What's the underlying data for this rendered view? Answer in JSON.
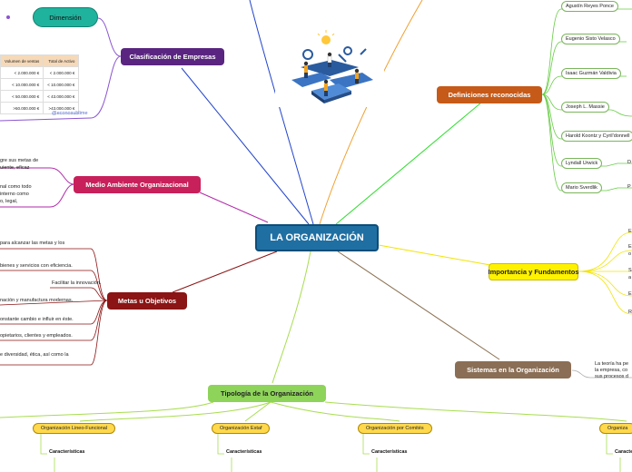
{
  "central": {
    "label": "LA ORGANIZACIÓN"
  },
  "branches": {
    "clasificacion": "Clasificación de Empresas",
    "medio_ambiente": "Medio Ambiente Organizacional",
    "metas": "Metas u Objetivos",
    "definiciones": "Definiciones reconocidas",
    "importancia": "Importancia y Fundamentos",
    "sistemas": "Sistemas en la Organización",
    "tipologia": "Tipología de la Organización"
  },
  "dimension": {
    "label": "Dimensión"
  },
  "size_table": {
    "headers": [
      "Volumen de ventas",
      "Total de Activo"
    ],
    "rows": [
      [
        "< 2.000.000 €",
        "< 2.000.000 €"
      ],
      [
        "< 10.000.000 €",
        "< 10.000.000 €"
      ],
      [
        "< 50.000.000 €",
        "< 43.000.000 €"
      ],
      [
        ">50.000.000 €",
        ">43.000.000 €"
      ]
    ],
    "credit": "@econosublime"
  },
  "authors": [
    "Agustín Reyes Ponce",
    "Eugenio Sisto Velasco",
    "Isaac Guzmán Valdivia",
    "Joseph L. Massie",
    "Harold Koontz y Cyril'donnell",
    "Lyndall Urwick",
    "Mario Sverdlik"
  ],
  "author_tails": [
    "D",
    "P"
  ],
  "medio_text": [
    "gre sus metas de",
    "uiente, eficaz",
    "nal como todo",
    "interno como",
    "o, legal,"
  ],
  "metas_items": [
    "para alcanzar las metas y los",
    "bienes y servicios con eficiencia.",
    "Facilitar la innovación.",
    "nación y manufactura modernas.",
    "onstante cambio e influir en éste.",
    "opietarios, clientes y empleados.",
    "e diversidad, ética, así como la"
  ],
  "importancia_items": [
    "E",
    "E",
    "o",
    "S",
    "a",
    "E",
    "R"
  ],
  "sistemas_text": [
    "La teoría ha pe",
    "la empresa, co",
    "sus procesos d"
  ],
  "tipologia_items": [
    "Organización Lineo-Funcional",
    "Organización Estaf",
    "Organización por Comités",
    "Organiza"
  ],
  "caracteristicas": "Características"
}
